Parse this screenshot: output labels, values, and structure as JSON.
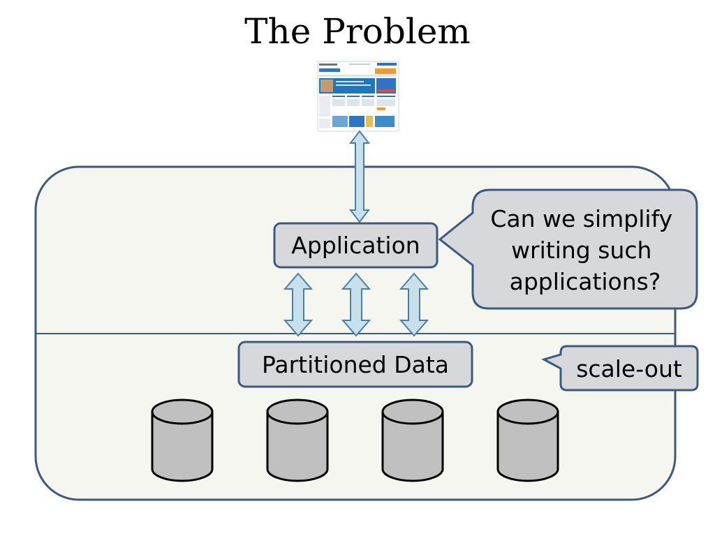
{
  "title": "The Problem",
  "nodes": {
    "application": "Application",
    "partitioned_data": "Partitioned Data"
  },
  "callouts": {
    "question_lines": [
      "Can we simplify",
      "writing such",
      "applications?"
    ],
    "scale_out": "scale-out"
  },
  "colors": {
    "panel_fill": "#f5f6f0",
    "panel_stroke": "#3a5a80",
    "box_fill": "#d7d8dc",
    "arrow_fill": "#c6e0ec",
    "arrow_stroke": "#4a7fa4",
    "cylinder_fill": "#c0c0c0"
  },
  "database_count": 4
}
